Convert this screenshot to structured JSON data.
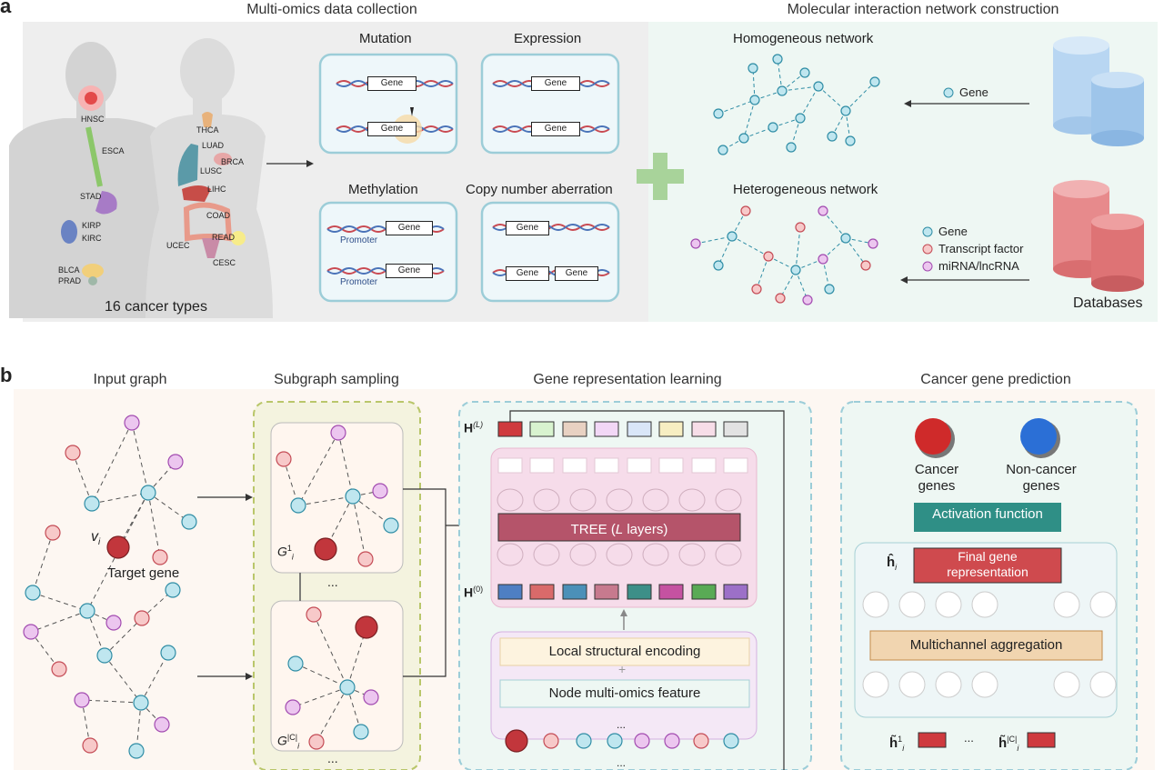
{
  "panel_a": {
    "letter": "a",
    "multiomics_title": "Multi-omics data collection",
    "network_title": "Molecular interaction network construction",
    "cancer_types_caption": "16 cancer types",
    "cancers": [
      "HNSC",
      "ESCA",
      "STAD",
      "KIRP",
      "KIRC",
      "BLCA",
      "PRAD",
      "THCA",
      "LUAD",
      "BRCA",
      "LUSC",
      "LIHC",
      "COAD",
      "UCEC",
      "READ",
      "CESC"
    ],
    "omics": {
      "mutation": "Mutation",
      "expression": "Expression",
      "methylation": "Methylation",
      "cna": "Copy number aberration",
      "gene": "Gene",
      "promoter": "Promoter"
    },
    "homogeneous_title": "Homogeneous network",
    "heterogeneous_title": "Heterogeneous network",
    "legend_homo": [
      "Gene"
    ],
    "legend_hetero": [
      "Gene",
      "Transcript factor",
      "miRNA/lncRNA"
    ],
    "databases_label": "Databases"
  },
  "panel_b": {
    "letter": "b",
    "input_graph_title": "Input graph",
    "subgraph_title": "Subgraph sampling",
    "representation_title": "Gene representation learning",
    "prediction_title": "Cancer gene prediction",
    "target_gene_label": "Target gene",
    "vi_label": "v",
    "vi_sub": "i",
    "g1_label": "G",
    "g1_sup": "1",
    "gc_label": "G",
    "gc_sup": "|C|",
    "sub_i": "i",
    "ellipsis": "...",
    "hl_label": "H",
    "hl_sup": "(L)",
    "h0_label": "H",
    "h0_sup": "(0)",
    "tree_label_1": "TREE  (",
    "tree_label_L": "L",
    "tree_label_2": " layers)",
    "local_encoding": "Local structural encoding",
    "plus": "+",
    "node_feature": "Node multi-omics feature",
    "cancer_genes_1": "Cancer",
    "cancer_genes_2": "genes",
    "noncancer_genes_1": "Non-cancer",
    "noncancer_genes_2": "genes",
    "activation": "Activation function",
    "final_rep_1": "Final gene",
    "final_rep_2": "representation",
    "h_hat": "ĥ",
    "multichannel": "Multichannel aggregation",
    "h_tilde": "h̃",
    "sup_1": "1",
    "sup_c": "|C|"
  },
  "colors": {
    "gene": "#bfe6ef",
    "gene_stroke": "#2f8da5",
    "tf": "#f7c9c9",
    "tf_stroke": "#c44b55",
    "mirna": "#ecc6ef",
    "mirna_stroke": "#a24bb0",
    "target": "#c2363c",
    "teal_box": "#2f8f86",
    "red_box": "#cf4a4e",
    "tree_box": "#b5546a",
    "green_plus": "#a8d39a"
  }
}
